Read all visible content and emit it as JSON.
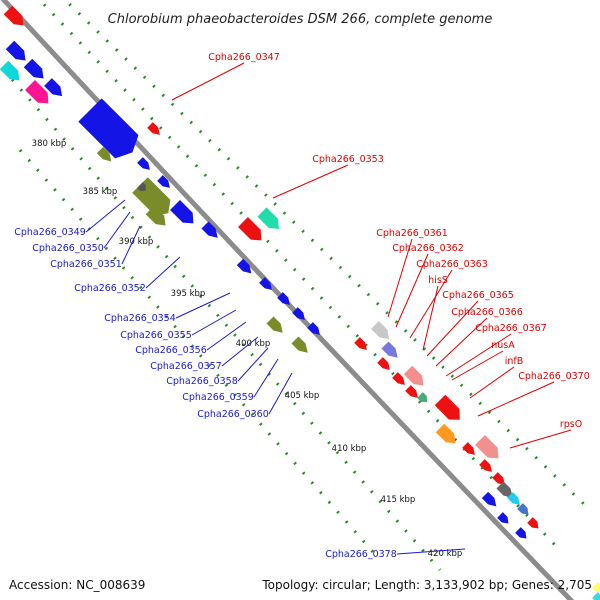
{
  "title": "Chlorobium phaeobacteroides DSM 266, complete genome",
  "footer": {
    "accession": "Accession: NC_008639",
    "topology": "Topology: circular; Length: 3,133,902 bp; Genes: 2,705"
  },
  "colors": {
    "backbone": "#8c8c8c",
    "tick": "#2a8a2a",
    "label_forward": "#e00000",
    "label_reverse": "#1a1acc",
    "gene_red": "#ee1111",
    "gene_blue": "#1414e6",
    "gene_olive": "#7a8c2a"
  },
  "scale_labels": [
    "380 kbp",
    "385 kbp",
    "390 kbp",
    "395 kbp",
    "400 kbp",
    "405 kbp",
    "410 kbp",
    "415 kbp",
    "420 kbp"
  ],
  "labels_forward": [
    "Cpha266_0347",
    "Cpha266_0353",
    "Cpha266_0361",
    "Cpha266_0362",
    "Cpha266_0363",
    "hisS",
    "Cpha266_0365",
    "Cpha266_0366",
    "Cpha266_0367",
    "nusA",
    "infB",
    "Cpha266_0370",
    "rpsO"
  ],
  "labels_reverse": [
    "Cpha266_0349",
    "Cpha266_0350",
    "Cpha266_0351",
    "Cpha266_0352",
    "Cpha266_0354",
    "Cpha266_0355",
    "Cpha266_0356",
    "Cpha266_0357",
    "Cpha266_0358",
    "Cpha266_0359",
    "Cpha266_0360",
    "Cpha266_0378"
  ]
}
